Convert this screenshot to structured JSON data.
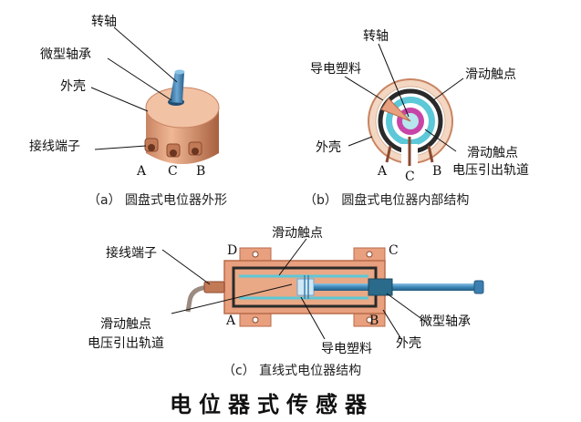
{
  "figure_a": {
    "labels": {
      "shaft": "转轴",
      "micro_bearing": "微型轴承",
      "housing": "外壳",
      "terminal": "接线端子"
    },
    "pins": [
      "A",
      "C",
      "B"
    ],
    "caption": "（a） 圆盘式电位器外形"
  },
  "figure_b": {
    "labels": {
      "shaft": "转轴",
      "conductive_plastic": "导电塑料",
      "sliding_contact": "滑动触点",
      "housing": "外壳",
      "contact_track_line1": "滑动触点",
      "contact_track_line2": "电压引出轨道"
    },
    "pins": [
      "A",
      "C",
      "B"
    ],
    "caption": "（b） 圆盘式电位器内部结构"
  },
  "figure_c": {
    "labels": {
      "sliding_contact": "滑动触点",
      "terminal": "接线端子",
      "contact_track_line1": "滑动触点",
      "contact_track_line2": "电压引出轨道",
      "conductive_plastic": "导电塑料",
      "micro_bearing": "微型轴承",
      "housing": "外壳"
    },
    "corners": {
      "top_left": "D",
      "top_right": "C",
      "bottom_left": "A",
      "bottom_right": "B"
    },
    "caption": "（c） 直线式电位器结构"
  },
  "page_title": "电位器式传感器",
  "colors": {
    "housing": "#e8a07e",
    "housing_dark": "#b86a4a",
    "shaft": "#3b7fb0",
    "track_cyan": "#5cc8d8",
    "plastic_dark": "#2a2a2a",
    "magenta": "#c845a8"
  }
}
